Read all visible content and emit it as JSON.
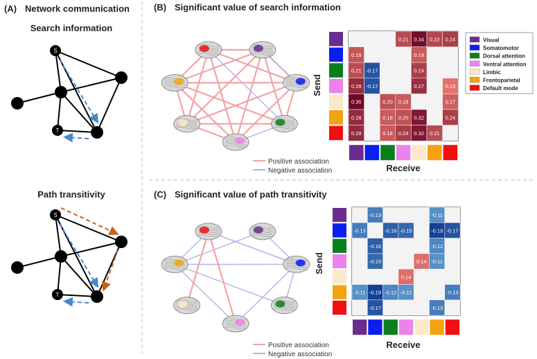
{
  "panel_a": {
    "letter": "(A)",
    "title": "Network communication",
    "search_title": "Search information",
    "path_title": "Path transitivity",
    "node_s": "S",
    "node_t": "T"
  },
  "panel_b": {
    "letter": "(B)",
    "title": "Significant value of search information",
    "legend_positive": "Positive association",
    "legend_negative": "Negative association",
    "send": "Send",
    "receive": "Receive"
  },
  "panel_c": {
    "letter": "(C)",
    "title": "Significant value of path transitivity",
    "legend_positive": "Positive association",
    "legend_negative": "Negative association",
    "send": "Send",
    "receive": "Receive"
  },
  "networks": [
    {
      "name": "Visual",
      "color": "#6a2c8e"
    },
    {
      "name": "Somatomotor",
      "color": "#0a1ff0"
    },
    {
      "name": "Dorsal attention",
      "color": "#0b7f1e"
    },
    {
      "name": "Ventral attention",
      "color": "#ec82ec"
    },
    {
      "name": "Limbic",
      "color": "#fbe9c8"
    },
    {
      "name": "Frontoparietal",
      "color": "#f5a20f"
    },
    {
      "name": "Default mode",
      "color": "#f20f0f"
    }
  ],
  "chart_data": [
    {
      "type": "heatmap",
      "title": "Significant value of search information",
      "ylabel": "Send",
      "xlabel": "Receive",
      "values": [
        [
          null,
          null,
          null,
          0.21,
          0.34,
          0.22,
          0.24
        ],
        [
          0.19,
          null,
          null,
          null,
          0.18,
          null,
          null
        ],
        [
          0.21,
          -0.17,
          null,
          null,
          0.24,
          null,
          null
        ],
        [
          0.28,
          -0.17,
          null,
          null,
          0.27,
          null,
          0.13
        ],
        [
          0.35,
          null,
          0.2,
          0.18,
          null,
          null,
          0.17
        ],
        [
          0.28,
          null,
          0.18,
          0.2,
          0.32,
          null,
          0.24
        ],
        [
          0.28,
          null,
          0.18,
          0.24,
          0.32,
          0.21,
          null
        ]
      ],
      "labels": [
        [
          "",
          "",
          "",
          "0.21",
          "0.34",
          "0.22",
          "0.24"
        ],
        [
          "0.19",
          "",
          "",
          "",
          "0.18",
          "",
          ""
        ],
        [
          "0.21",
          "-0.17",
          "",
          "",
          "0.24",
          "",
          ""
        ],
        [
          "0.28",
          "-0.17",
          "",
          "",
          "0.27",
          "",
          "0.13"
        ],
        [
          "0.35",
          "",
          "0.20",
          "0.18",
          "",
          "",
          "0.17"
        ],
        [
          "0.28",
          "",
          "0.18",
          "0.20",
          "0.32",
          "",
          "0.24"
        ],
        [
          "0.28",
          "",
          "0.18",
          "0.24",
          "0.32",
          "0.21",
          ""
        ]
      ]
    },
    {
      "type": "heatmap",
      "title": "Significant value of path transitivity",
      "ylabel": "Send",
      "xlabel": "Receive",
      "values": [
        [
          null,
          -0.13,
          null,
          null,
          null,
          -0.11,
          null
        ],
        [
          -0.13,
          null,
          -0.16,
          -0.15,
          null,
          -0.19,
          -0.17
        ],
        [
          null,
          -0.16,
          null,
          null,
          null,
          -0.12,
          null
        ],
        [
          null,
          -0.15,
          null,
          null,
          0.14,
          -0.11,
          null
        ],
        [
          null,
          null,
          null,
          0.14,
          null,
          null,
          null
        ],
        [
          -0.11,
          -0.19,
          -0.12,
          -0.11,
          null,
          null,
          -0.13
        ],
        [
          null,
          -0.17,
          null,
          null,
          null,
          -0.13,
          null
        ]
      ],
      "labels": [
        [
          "",
          "-0.13",
          "",
          "",
          "",
          "-0.11",
          ""
        ],
        [
          "-0.13",
          "",
          "-0.16",
          "-0.15",
          "",
          "-0.19",
          "-0.17"
        ],
        [
          "",
          "-0.16",
          "",
          "",
          "",
          "-0.12",
          ""
        ],
        [
          "",
          "-0.15",
          "",
          "",
          "0.14",
          "-0.11",
          ""
        ],
        [
          "",
          "",
          "",
          "0.14",
          "",
          "",
          ""
        ],
        [
          "-0.11",
          "-0.19",
          "-0.12",
          "-0.11",
          "",
          "",
          "-0.13"
        ],
        [
          "",
          "-0.17",
          "",
          "",
          "",
          "-0.13",
          ""
        ]
      ]
    }
  ],
  "edges_b": [
    {
      "a": 0,
      "b": 1,
      "sign": "pos"
    },
    {
      "a": 0,
      "b": 2,
      "sign": "pos"
    },
    {
      "a": 0,
      "b": 3,
      "sign": "pos"
    },
    {
      "a": 0,
      "b": 4,
      "sign": "pos"
    },
    {
      "a": 0,
      "b": 5,
      "sign": "pos"
    },
    {
      "a": 0,
      "b": 6,
      "sign": "pos"
    },
    {
      "a": 1,
      "b": 2,
      "sign": "pos"
    },
    {
      "a": 1,
      "b": 3,
      "sign": "pos"
    },
    {
      "a": 1,
      "b": 4,
      "sign": "pos"
    },
    {
      "a": 1,
      "b": 5,
      "sign": "pos"
    },
    {
      "a": 1,
      "b": 6,
      "sign": "pos"
    },
    {
      "a": 2,
      "b": 3,
      "sign": "neg"
    },
    {
      "a": 2,
      "b": 4,
      "sign": "pos"
    },
    {
      "a": 2,
      "b": 5,
      "sign": "pos"
    },
    {
      "a": 3,
      "b": 4,
      "sign": "pos"
    },
    {
      "a": 3,
      "b": 5,
      "sign": "pos"
    },
    {
      "a": 3,
      "b": 6,
      "sign": "pos"
    },
    {
      "a": 4,
      "b": 5,
      "sign": "pos"
    },
    {
      "a": 4,
      "b": 6,
      "sign": "pos"
    },
    {
      "a": 5,
      "b": 6,
      "sign": "pos"
    },
    {
      "a": 2,
      "b": 6,
      "sign": "neg"
    },
    {
      "a": 1,
      "b": 0,
      "sign": "neg"
    }
  ],
  "edges_c": [
    {
      "a": 0,
      "b": 1,
      "sign": "neg"
    },
    {
      "a": 1,
      "b": 2,
      "sign": "neg"
    },
    {
      "a": 1,
      "b": 3,
      "sign": "neg"
    },
    {
      "a": 1,
      "b": 5,
      "sign": "neg"
    },
    {
      "a": 1,
      "b": 6,
      "sign": "neg"
    },
    {
      "a": 0,
      "b": 5,
      "sign": "neg"
    },
    {
      "a": 2,
      "b": 5,
      "sign": "neg"
    },
    {
      "a": 3,
      "b": 5,
      "sign": "neg"
    },
    {
      "a": 6,
      "b": 5,
      "sign": "neg"
    },
    {
      "a": 4,
      "b": 6,
      "sign": "pos"
    },
    {
      "a": 3,
      "b": 6,
      "sign": "pos"
    },
    {
      "a": 6,
      "b": 1,
      "sign": "neg"
    }
  ]
}
